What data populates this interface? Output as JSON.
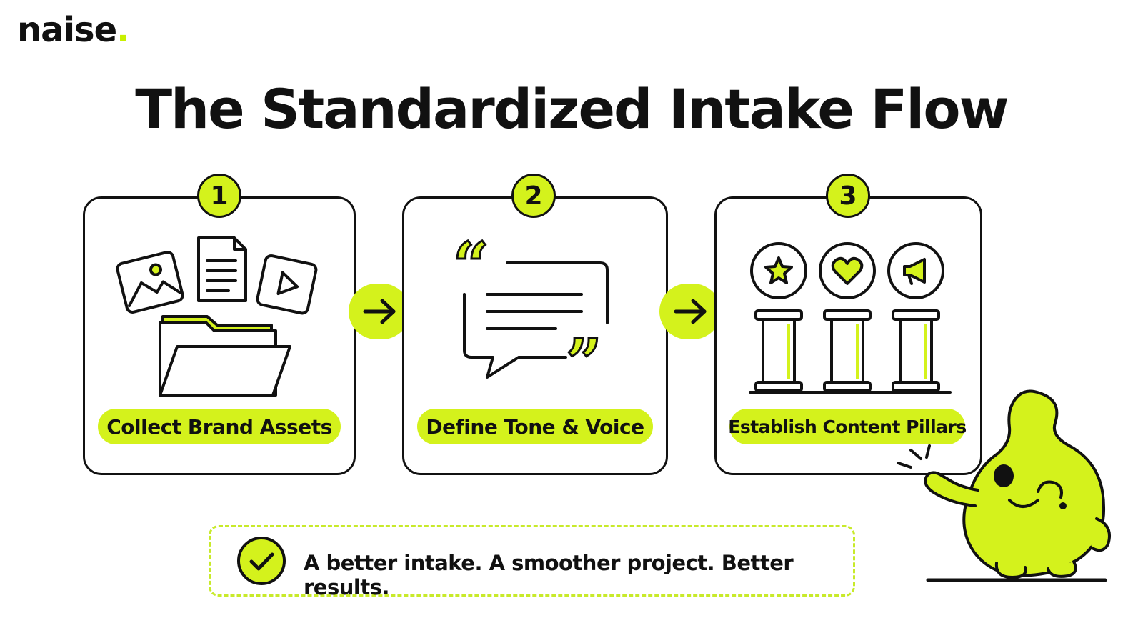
{
  "brand": {
    "name": "naise",
    "dot": "."
  },
  "title": "The Standardized Intake Flow",
  "steps": [
    {
      "number": "1",
      "label": "Collect Brand Assets",
      "icon": "brand-assets-folder-icon"
    },
    {
      "number": "2",
      "label": "Define Tone & Voice",
      "icon": "quote-speech-bubble-icon"
    },
    {
      "number": "3",
      "label": "Establish Content Pillars",
      "icon": "content-pillars-icon"
    }
  ],
  "summary": {
    "text": "A better intake. A smoother project. Better results.",
    "icon": "check-circle-icon"
  },
  "mascot": {
    "icon": "winking-blob-mascot"
  },
  "colors": {
    "accent": "#d4f21c",
    "ink": "#111111",
    "background": "#ffffff"
  }
}
